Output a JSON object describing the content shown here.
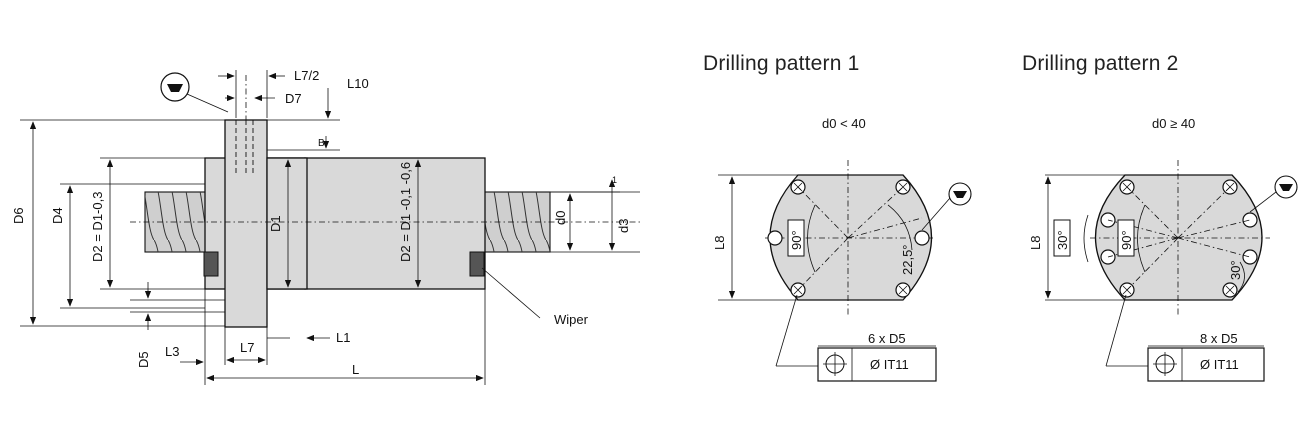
{
  "patterns": {
    "p1": {
      "title": "Drilling pattern 1",
      "condition": "d0 < 40",
      "holes": "6 x D5",
      "tolerance": "Ø IT11",
      "angle_a": "90°",
      "angle_b": "22,5°"
    },
    "p2": {
      "title": "Drilling pattern 2",
      "condition": "d0 ≥ 40",
      "holes": "8 x D5",
      "tolerance": "Ø IT11",
      "angle_a": "90°",
      "angle_b": "30°",
      "angle_c": "30°"
    }
  },
  "labels": {
    "L7_2": "L7/2",
    "D7": "D7",
    "L10": "L10",
    "B": "B",
    "D6": "D6",
    "D4": "D4",
    "D2_D1_tol": "D2 = D1-0,3",
    "D1": "D1",
    "D2_D1_tol2": "D2 = D1 -0,1 -0,6",
    "d0": "d0",
    "d3": "d3",
    "one": "1",
    "wiper": "Wiper",
    "D5": "D5",
    "L3": "L3",
    "L7": "L7",
    "L1": "L1",
    "L": "L",
    "L8": "L8"
  }
}
